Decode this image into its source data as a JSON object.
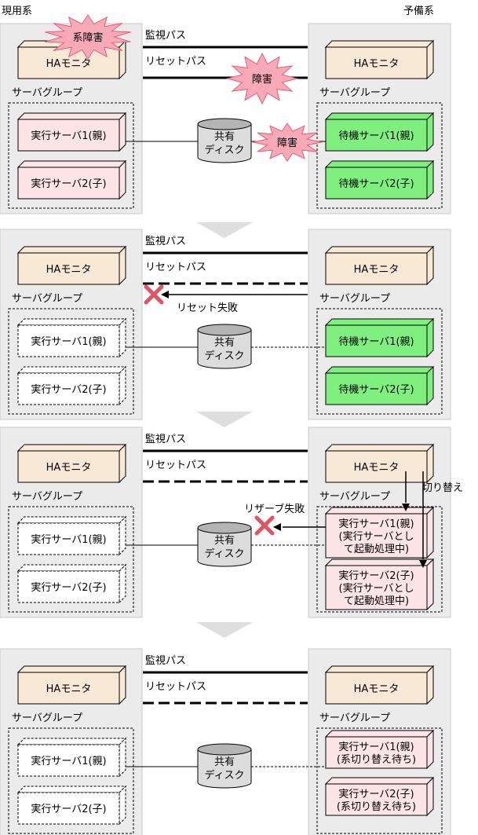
{
  "labels": {
    "active": "現用系",
    "standby": "予備系",
    "monitor_path": "監視パス",
    "reset_path": "リセットパス",
    "ha_monitor": "HAモニタ",
    "server_group": "サーバグループ",
    "disk_line1": "共有",
    "disk_line2": "ディスク",
    "system_failure": "系障害",
    "failure": "障害",
    "reset_failed": "リセット失敗",
    "reserve_failed": "リザーブ失敗",
    "switchover": "切り替え",
    "exec_server1": "実行サーバ1(親)",
    "exec_server2": "実行サーバ2(子)",
    "standby_server1": "待機サーバ1(親)",
    "standby_server2": "待機サーバ2(子)",
    "starting_line1": "(実行サーバとし",
    "starting_line2": "て起動処理中)",
    "waiting_switch": "(系切り替え待ち)"
  },
  "colors": {
    "panel_bg": "#ebebeb",
    "panel_border": "#c8c8c8",
    "ha_face": "#f8e8d6",
    "exec_face": "#fde4e6",
    "standby_face": "#7ff07f",
    "white_face": "#ffffff",
    "burst_fill": "#f7a9b8",
    "cross": "#e05564",
    "flow_arrow": "#dedede"
  }
}
